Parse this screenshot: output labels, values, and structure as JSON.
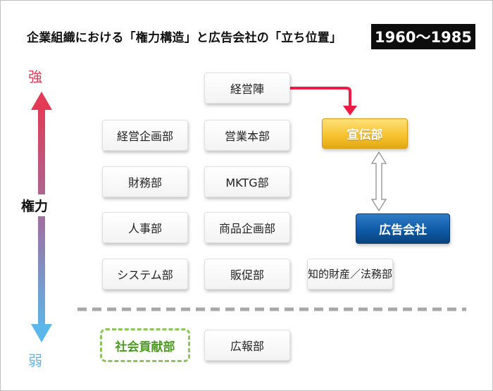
{
  "title": "企業組織における「権力構造」と広告会社の「立ち位置」",
  "period": "1960～1985",
  "axis": {
    "strong": "強",
    "power": "権力",
    "weak": "弱"
  },
  "colors": {
    "strong": "#e33a55",
    "weak": "#5bb6ea",
    "arrow": "#ee1c44",
    "propaganda": "#f7c431",
    "agency": "#0f5aa6",
    "csr": "#8cc65a"
  },
  "departments": {
    "management": "経営陣",
    "corporate_planning": "経営企画部",
    "sales_hq": "営業本部",
    "finance": "財務部",
    "mktg": "MKTG部",
    "hr": "人事部",
    "product_planning": "商品企画部",
    "systems": "システム部",
    "sales_promotion": "販促部",
    "ip_legal_line1": "知的財産",
    "ip_legal_line2": "／法務部",
    "propaganda": "宣伝部",
    "ad_agency": "広告会社",
    "csr": "社会貢献部",
    "pr": "広報部"
  }
}
